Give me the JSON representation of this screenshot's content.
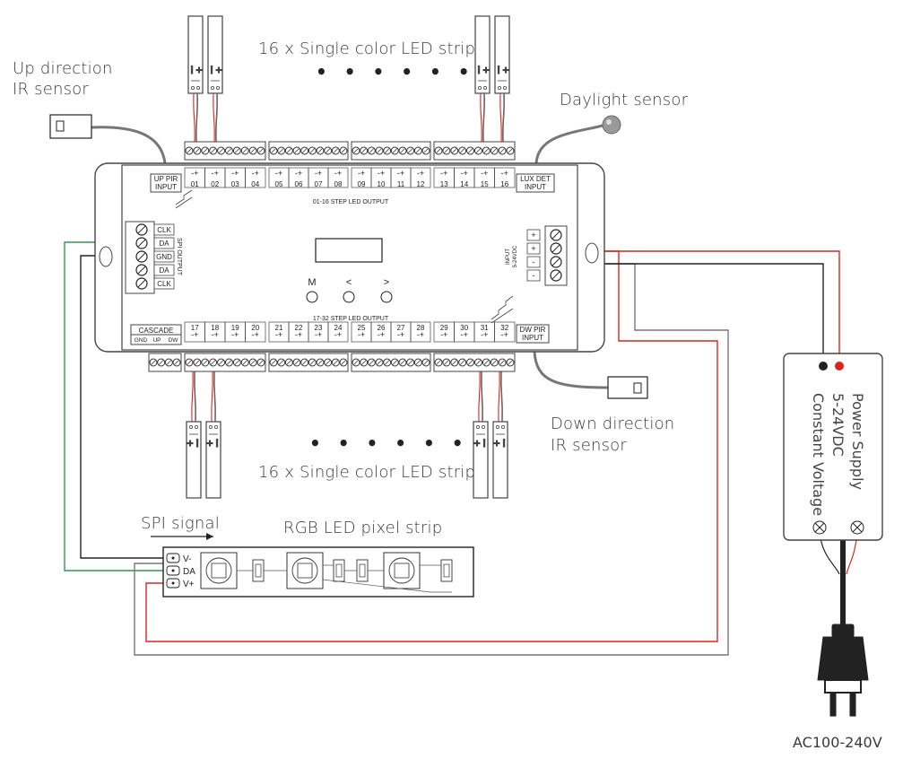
{
  "labels": {
    "strip_top": "16 x Single color LED strip",
    "strip_bottom": "16 x Single color LED strip",
    "dots": "• • • • • •",
    "up_ir_line1": "Up direction",
    "up_ir_line2": "IR sensor",
    "daylight": "Daylight sensor",
    "down_ir_line1": "Down direction",
    "down_ir_line2": "IR sensor",
    "spi_signal": "SPI signal",
    "rgb_strip": "RGB LED pixel strip",
    "power_line1": "Power Supply",
    "power_line2": "5-24VDC",
    "power_line3": "Constant Voltage",
    "ac": "AC100-240V"
  },
  "controller": {
    "up_pir": [
      "UP PIR",
      "INPUT"
    ],
    "lux_det": [
      "LUX DET",
      "INPUT"
    ],
    "dw_pir": [
      "DW PIR",
      "INPUT"
    ],
    "cascade": "CASCADE",
    "cascade_pins": [
      "GND",
      "UP",
      "DW"
    ],
    "top_channels": [
      "01",
      "02",
      "03",
      "04",
      "05",
      "06",
      "07",
      "08",
      "09",
      "10",
      "11",
      "12",
      "13",
      "14",
      "15",
      "16"
    ],
    "bottom_channels": [
      "17",
      "18",
      "19",
      "20",
      "21",
      "22",
      "23",
      "24",
      "25",
      "26",
      "27",
      "28",
      "29",
      "30",
      "31",
      "32"
    ],
    "top_output_label": "01-16 STEP LED OUTPUT",
    "bottom_output_label": "17-32 STEP LED OUTPUT",
    "spi_output": "SPI OUTPUT",
    "spi_pins": [
      "CLK",
      "DA",
      "GND",
      "DA",
      "CLK"
    ],
    "input_label": [
      "INPUT",
      "5-24VDC"
    ],
    "input_pins": [
      "+",
      "+",
      "-",
      "-"
    ],
    "buttons": [
      "M",
      "<",
      ">"
    ],
    "pin_pair": "-+"
  },
  "strip_pins": [
    "V-",
    "DA",
    "V+"
  ],
  "strip_polarity": [
    "+",
    "I"
  ],
  "colors": {
    "red_wire": "#d9261c",
    "green_wire": "#2e9a4a",
    "black_wire": "#222222",
    "outline": "#444444"
  }
}
